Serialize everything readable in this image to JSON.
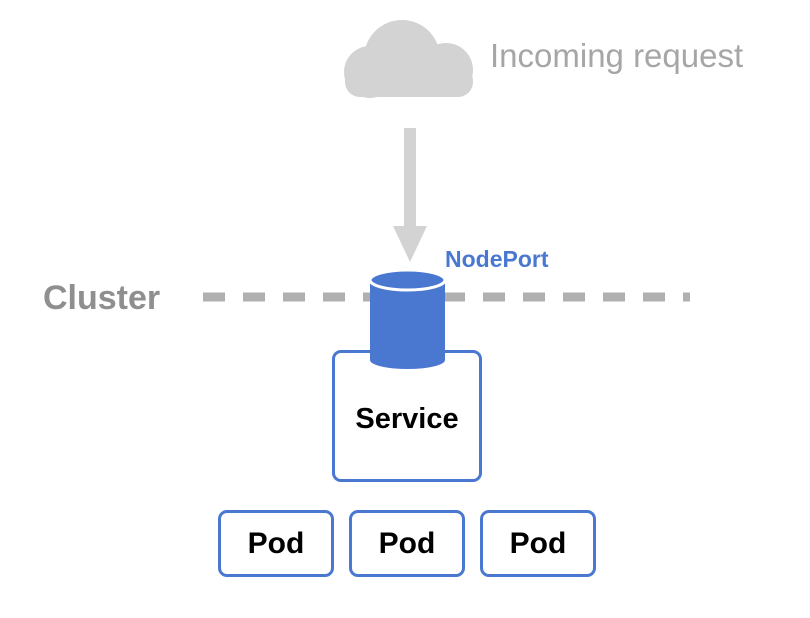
{
  "incoming": {
    "label": "Incoming request",
    "icon": "cloud-icon"
  },
  "cluster": {
    "label": "Cluster"
  },
  "nodeport": {
    "label": "NodePort",
    "icon": "cylinder-icon"
  },
  "service": {
    "label": "Service"
  },
  "pods": [
    {
      "label": "Pod"
    },
    {
      "label": "Pod"
    },
    {
      "label": "Pod"
    }
  ],
  "colors": {
    "accent": "#4a78d1",
    "gray_light": "#d5d5d5",
    "gray_text": "#a6a6a6",
    "gray_dark": "#8f8f8f"
  }
}
